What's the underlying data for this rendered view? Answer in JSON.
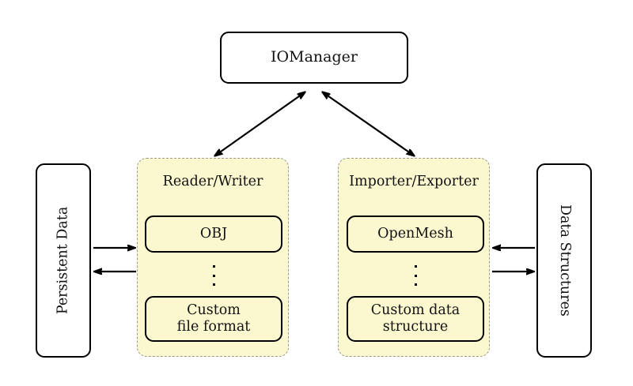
{
  "diagram": {
    "title_node": {
      "label": "IOManager"
    },
    "left_node": {
      "label": "Persistent Data"
    },
    "right_node": {
      "label": "Data Structures"
    },
    "groups": [
      {
        "title": "Reader/Writer",
        "items": [
          {
            "label": "OBJ"
          },
          {
            "label": "⋮"
          },
          {
            "label": "Custom\nfile format",
            "line1": "Custom",
            "line2": "file format"
          }
        ]
      },
      {
        "title": "Importer/Exporter",
        "items": [
          {
            "label": "OpenMesh"
          },
          {
            "label": "⋮"
          },
          {
            "label": "Custom data\nstructure",
            "line1": "Custom data",
            "line2": "structure"
          }
        ]
      }
    ],
    "connections": [
      {
        "name": "iomanager-readerwriter",
        "kind": "bidirectional-diagonal"
      },
      {
        "name": "iomanager-importerexporter",
        "kind": "bidirectional-diagonal"
      },
      {
        "name": "persistent-to-readerwriter",
        "kind": "arrow-right"
      },
      {
        "name": "readerwriter-to-persistent",
        "kind": "arrow-left"
      },
      {
        "name": "datastructures-to-importerexporter",
        "kind": "arrow-left"
      },
      {
        "name": "importerexporter-to-datastructures",
        "kind": "arrow-right"
      }
    ],
    "colors": {
      "group_fill": "#fbf8d0",
      "group_border": "#9a9a93",
      "node_border": "#000000",
      "node_fill": "#ffffff",
      "text": "#111111"
    }
  }
}
